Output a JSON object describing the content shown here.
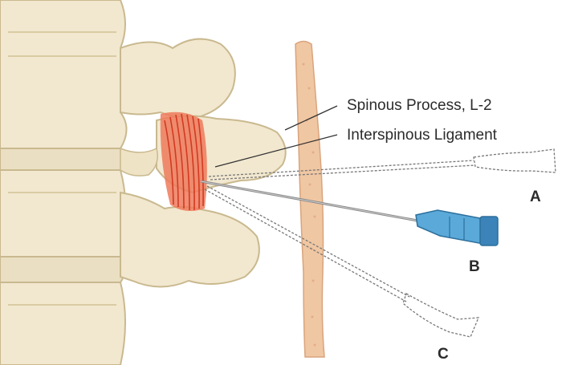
{
  "labels": {
    "spinous_process": "Spinous Process, L-2",
    "interspinous_ligament": "Interspinous Ligament"
  },
  "needle_letters": {
    "a": "A",
    "b": "B",
    "c": "C"
  },
  "colors": {
    "bone": "#f2e8cf",
    "bone_outline": "#c9b98f",
    "ligament": "#e8553a",
    "skin": "#f0c7a3",
    "hub_blue": "#5aa9d9",
    "leader_line": "#333333"
  }
}
